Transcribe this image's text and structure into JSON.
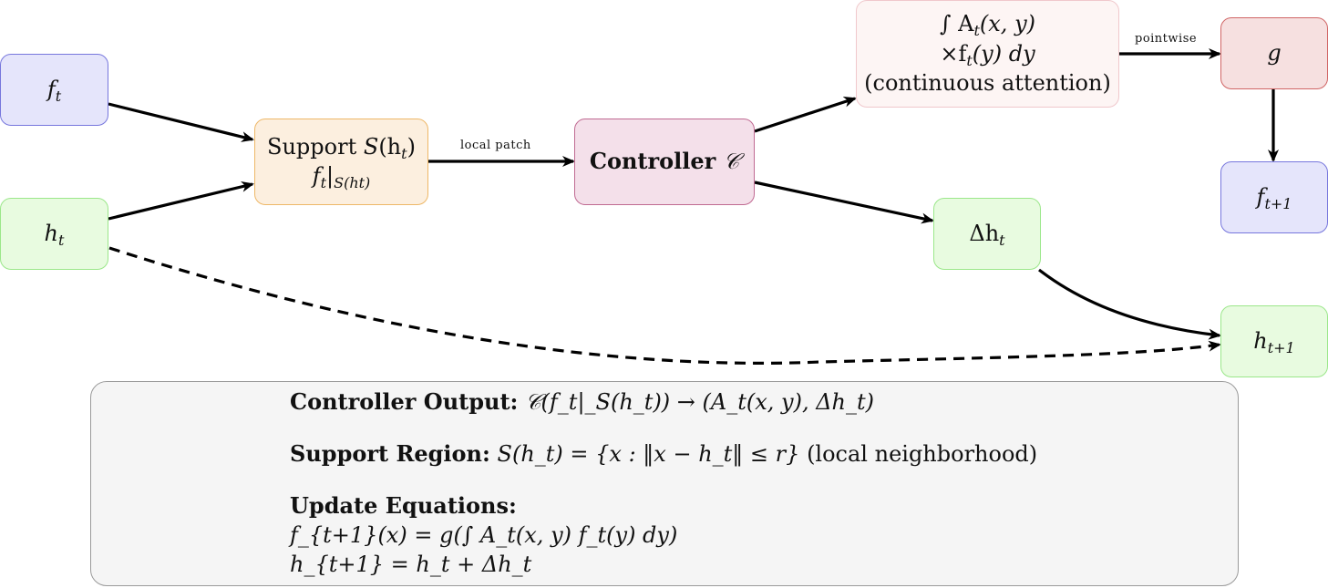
{
  "nodes": {
    "f_t": {
      "main": "f",
      "sub": "t"
    },
    "h_t": {
      "main": "h",
      "sub": "t"
    },
    "support": {
      "line1_text": "Support ",
      "line1_math": "S",
      "line1_args_open": "(h",
      "line1_args_sub": "t",
      "line1_args_close": ")",
      "line2_f": "f",
      "line2_f_sub": "t",
      "line2_restrict": "|",
      "line2_restrict_sub": "S(ht)"
    },
    "controller": {
      "text": "Controller ",
      "symbol": "𝒞"
    },
    "attention": {
      "line1": "∫ A",
      "line1_sub": "t",
      "line1_rest": "(x, y)",
      "line2": "×f",
      "line2_sub": "t",
      "line2_rest": "(y) dy",
      "line3": "(continuous attention)"
    },
    "g": {
      "text": "g"
    },
    "f_next": {
      "main": "f",
      "sub": "t+1"
    },
    "delta_h": {
      "main": "Δh",
      "sub": "t"
    },
    "h_next": {
      "main": "h",
      "sub": "t+1"
    }
  },
  "edge_labels": {
    "local_patch": "local patch",
    "pointwise": "pointwise"
  },
  "summary": {
    "controller_output": {
      "label": "Controller Output:",
      "formula": "𝒞(f_t|_S(h_t)) → (A_t(x, y), Δh_t)"
    },
    "support_region": {
      "label": "Support Region:",
      "formula": "S(h_t) = {x : ‖x − h_t‖ ≤ r}",
      "note": "(local neighborhood)"
    },
    "update_equations": {
      "label": "Update Equations:",
      "eq1": "f_{t+1}(x) = g(∫ A_t(x, y) f_t(y) dy)",
      "eq2": "h_{t+1} = h_t + Δh_t"
    }
  }
}
